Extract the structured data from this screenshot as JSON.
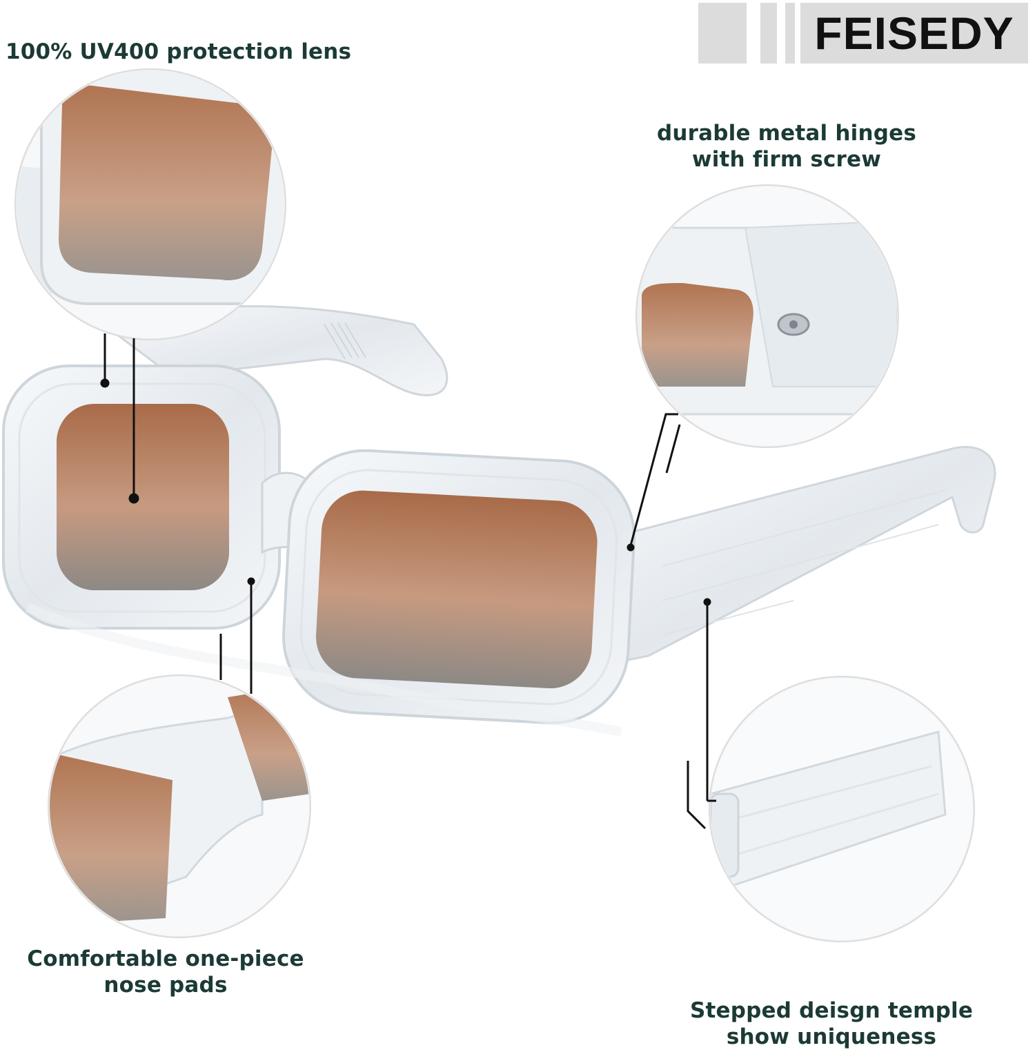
{
  "brand": {
    "name": "FEISEDY"
  },
  "captions": {
    "uv": "100% UV400 protection lens",
    "hinge": [
      "durable metal hinges",
      "with firm screw"
    ],
    "nose": [
      "Comfortable one-piece",
      "nose pads"
    ],
    "temple": [
      "Stepped deisgn temple",
      "show uniqueness"
    ]
  },
  "colors": {
    "caption": "#1c3a35",
    "lens_top": "#b07a5a",
    "lens_bottom": "#8c8a86",
    "frame": "#e9eef2",
    "brand_bg": "#dcdcdc"
  }
}
